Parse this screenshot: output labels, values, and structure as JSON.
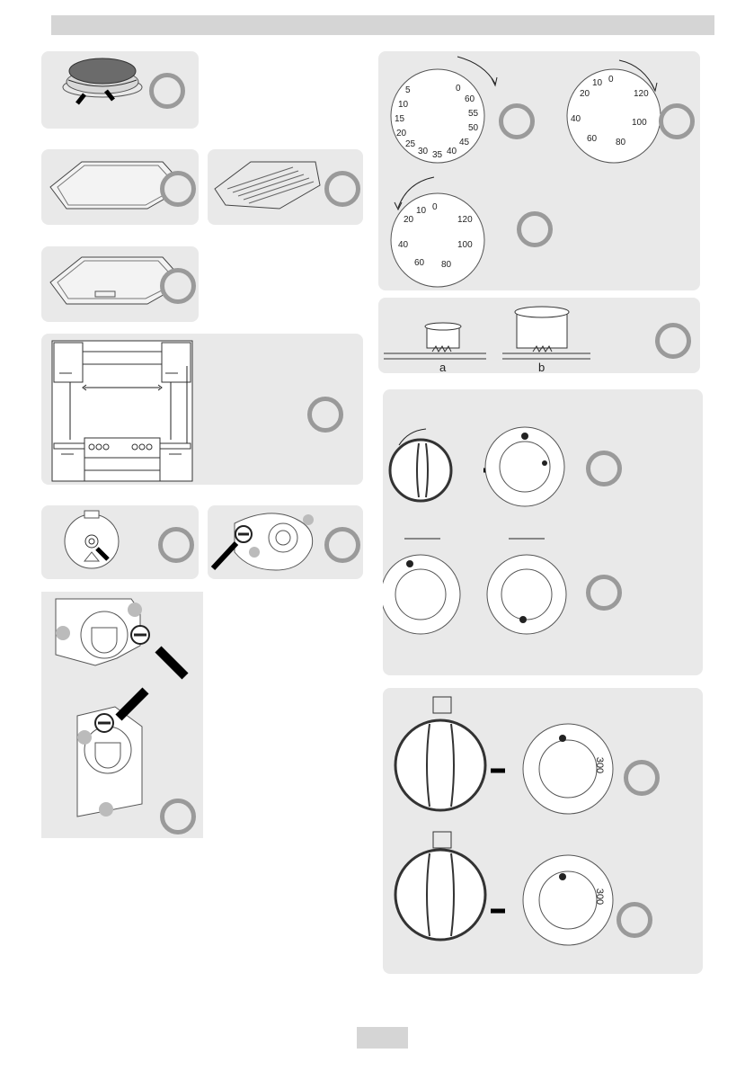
{
  "figures": {
    "burner": {
      "icon": "gas-burner-illustration"
    },
    "trays": [
      {
        "icon": "baking-tray-illustration"
      },
      {
        "icon": "oven-rack-illustration"
      },
      {
        "icon": "deep-tray-illustration"
      }
    ],
    "installation": {
      "icon": "kitchen-installation-diagram"
    },
    "valves": [
      {
        "icon": "gas-valve-illustration"
      },
      {
        "icon": "valve-screw-illustration"
      }
    ],
    "bypass": {
      "icon": "bypass-screw-illustration"
    },
    "timers": {
      "dial1_numbers": [
        "0",
        "5",
        "10",
        "15",
        "20",
        "25",
        "30",
        "35",
        "40",
        "45",
        "50",
        "55",
        "60"
      ],
      "dial2_numbers": [
        "20",
        "10",
        "0",
        "120",
        "100",
        "80",
        "60",
        "40"
      ],
      "dial3_numbers": [
        "20",
        "10",
        "0",
        "120",
        "100",
        "80",
        "60",
        "40"
      ]
    },
    "pots": {
      "label_a": "a",
      "label_b": "b"
    },
    "oven_dial": {
      "temp_label_1": "300",
      "temp_label_2": "300"
    }
  },
  "colors": {
    "panel": "#e9e9e9",
    "badge": "#9a9a9a",
    "bar": "#d5d5d5",
    "ink": "#222222"
  }
}
